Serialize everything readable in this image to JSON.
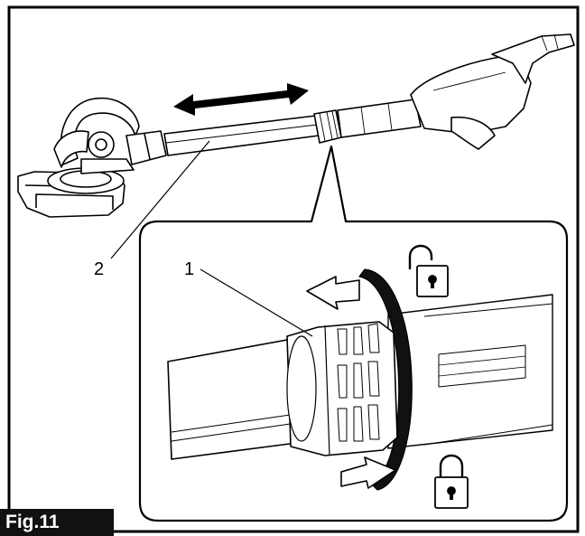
{
  "figure": {
    "label": "Fig.11",
    "callouts": [
      {
        "id": "1",
        "text": "1"
      },
      {
        "id": "2",
        "text": "2"
      }
    ],
    "icons": {
      "unlock": "unlock-icon",
      "lock": "lock-icon",
      "slide_arrow": "double-arrow-icon"
    },
    "colors": {
      "line": "#000000",
      "background": "#ffffff",
      "label_bg": "#111111",
      "label_text": "#ffffff"
    }
  }
}
